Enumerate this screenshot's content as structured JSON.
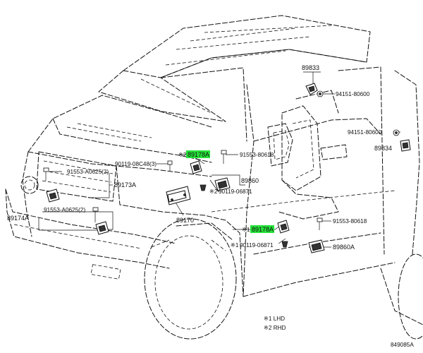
{
  "labels": {
    "p89833": "89833",
    "p94151_80600_a": "94151-80600",
    "p94151_80600_b": "94151-80600",
    "p89834": "89834",
    "mark2_top": "※2",
    "p89178A_top": "89178A",
    "p91553_80618_a": "91553-80618",
    "p90119_08C48": "90119-08C48(3)",
    "p91553_A0625_a": "91553-A0625(2)",
    "p89173A": "89173A",
    "p89860": "89860",
    "mark2_mid": "※2",
    "p90119_06871_a": "90119-06871",
    "p91553_A0625_b": "91553-A0625(2)",
    "p89174A": "89174A",
    "p89170": "89170",
    "mark1_mid": "※1",
    "p89178A_bot": "89178A",
    "p91553_80618_b": "91553-80618",
    "mark1_bot": "※1",
    "p90119_06871_b": "90119-06871",
    "p89860A": "89860A"
  },
  "legend": {
    "lhd": "※1 LHD",
    "rhd": "※2 RHD"
  },
  "figure_id": "849085A",
  "colors": {
    "highlight": "#27e33a",
    "line": "#111111"
  }
}
